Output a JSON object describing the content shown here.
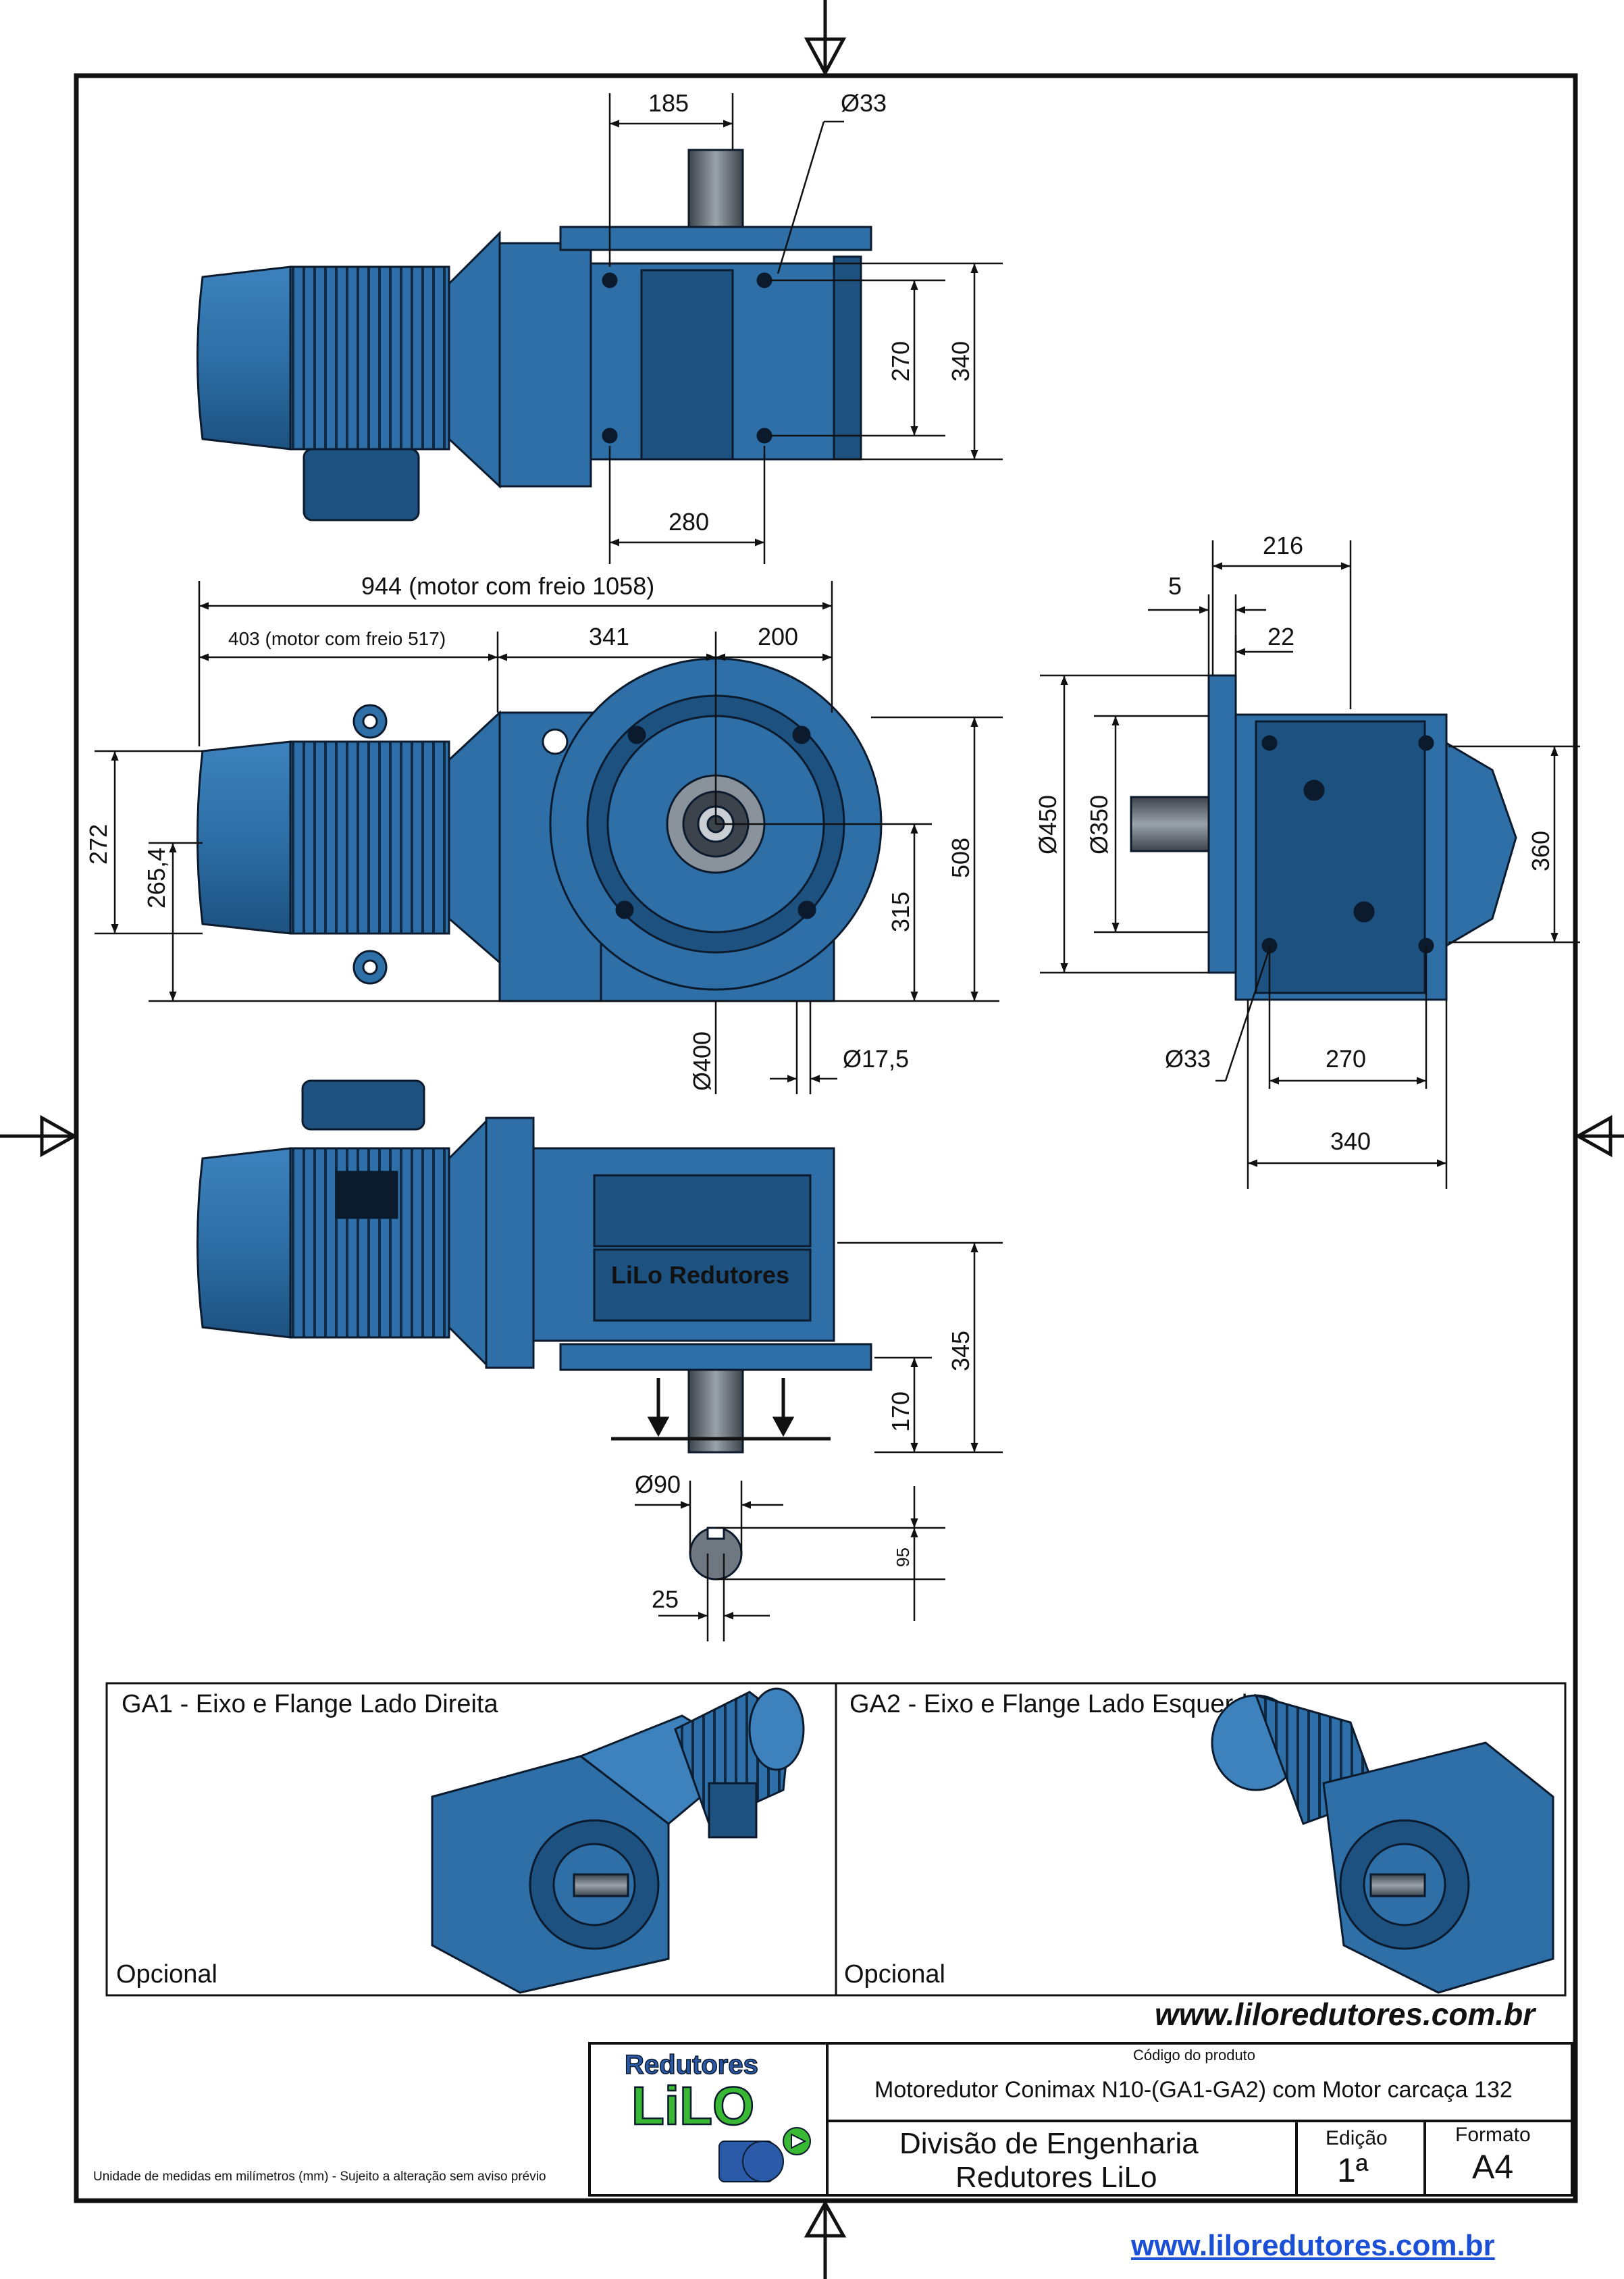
{
  "dimensions": {
    "top_view": {
      "d_185": "185",
      "d_hole": "Ø33",
      "d_270": "270",
      "d_340": "340",
      "d_280": "280"
    },
    "front_view": {
      "d_944": "944 (motor com freio 1058)",
      "d_403": "403 (motor com freio 517)",
      "d_341": "341",
      "d_200": "200",
      "d_272": "272",
      "d_265": "265,4",
      "d_315": "315",
      "d_508": "508",
      "d_400": "Ø400",
      "d_17": "Ø17,5"
    },
    "side_view": {
      "d_216": "216",
      "d_5": "5",
      "d_22": "22",
      "d_450": "Ø450",
      "d_350": "Ø350",
      "d_360": "360",
      "d_hole": "Ø33",
      "d_270": "270",
      "d_340": "340"
    },
    "bottom_view": {
      "d_345": "345",
      "d_170": "170"
    },
    "shaft_section": {
      "d_90": "Ø90",
      "d_95": "95",
      "d_25": "25"
    }
  },
  "housing_engraving": "LiLo Redutores",
  "options": [
    {
      "title": "GA1 - Eixo e Flange Lado Direita",
      "note": "Opcional"
    },
    {
      "title": "GA2 - Eixo e Flange Lado Esquerdo",
      "note": "Opcional"
    }
  ],
  "website": "www.liloredutores.com.br",
  "title_block": {
    "logo_top": "Redutores",
    "logo_main": "LiLO",
    "product_code_label": "Código do produto",
    "product_name": "Motoredutor Conimax N10-(GA1-GA2) com Motor carcaça 132",
    "division": "Divisão de Engenharia",
    "company": "Redutores LiLo",
    "edition_label": "Edição",
    "edition_value": "1ª",
    "format_label": "Formato",
    "format_value": "A4"
  },
  "units_note": "Unidade de medidas em milímetros (mm) - Sujeito a alteração sem aviso prévio",
  "colors": {
    "body": "#2d6fa6",
    "body_dark": "#1d5180",
    "outline": "#0b1a2c",
    "shaft": "#6f7780",
    "logo_green": "#38b833",
    "logo_blue": "#2a5aa8",
    "link": "#1a4fd6"
  }
}
